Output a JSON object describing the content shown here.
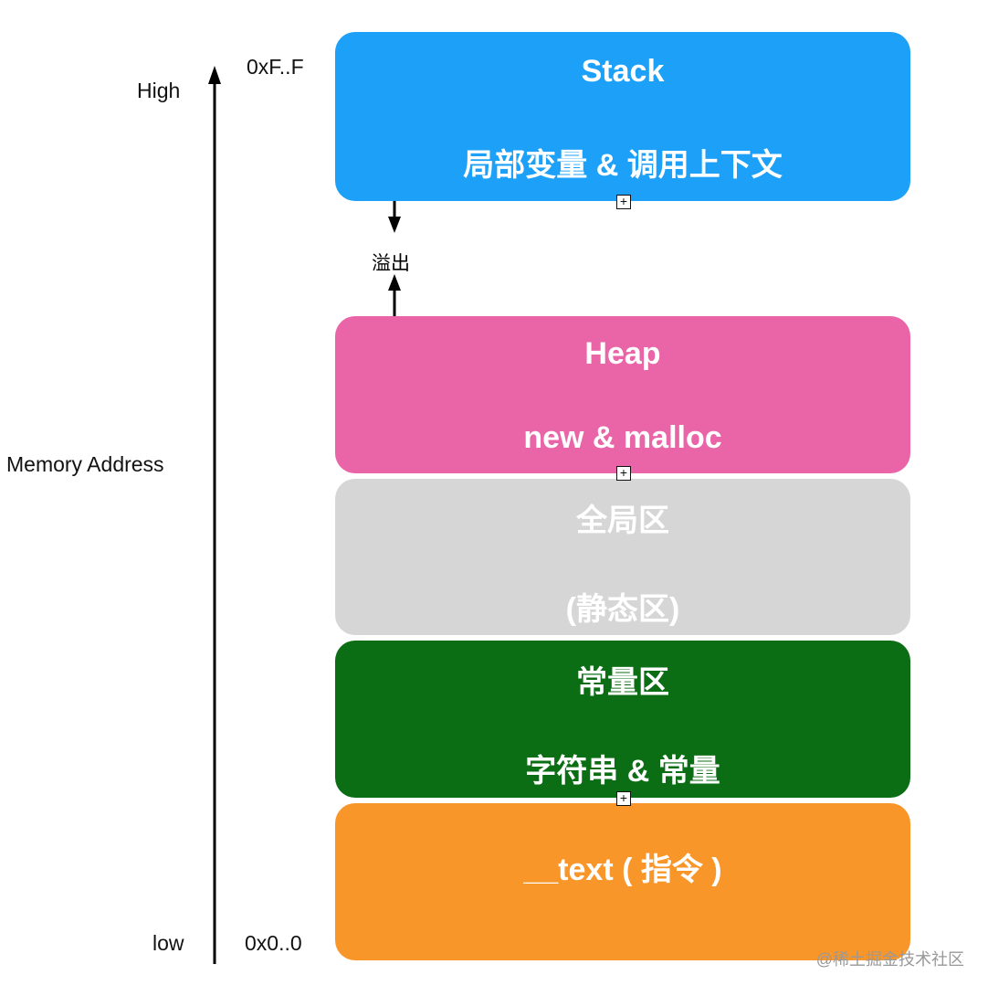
{
  "axis": {
    "title": "Memory Address",
    "high": "High",
    "low": "low",
    "addr_high": "0xF..F",
    "addr_low": "0x0..0"
  },
  "overflow_label": "溢出",
  "blocks": [
    {
      "title": "Stack",
      "subtitle": "局部变量 & 调用上下文",
      "color": "#1DA1F8"
    },
    {
      "title": "Heap",
      "subtitle": "new & malloc",
      "color": "#EA64A8"
    },
    {
      "title": "全局区",
      "subtitle": "(静态区)",
      "color": "#D6D6D6"
    },
    {
      "title": "常量区",
      "subtitle": "字符串 & 常量",
      "color": "#0C6E14"
    },
    {
      "title": "__text ( 指令 )",
      "color": "#F9962A"
    }
  ],
  "watermark": "@稀土掘金技术社区"
}
